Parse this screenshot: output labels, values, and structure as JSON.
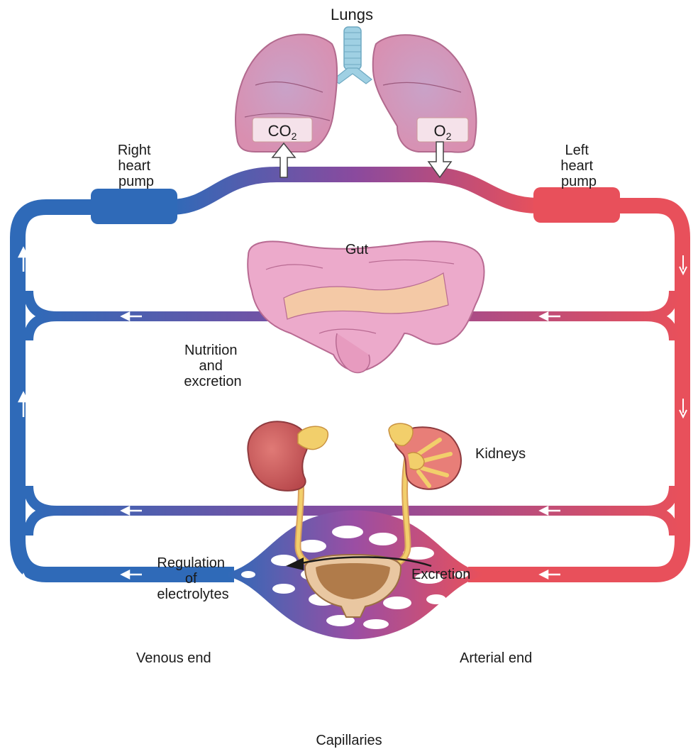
{
  "labels": {
    "lungs": "Lungs",
    "co2_main": "CO",
    "co2_sub": "2",
    "o2_main": "O",
    "o2_sub": "2",
    "right_pump": [
      "Right",
      "heart",
      "pump"
    ],
    "left_pump": [
      "Left",
      "heart",
      "pump"
    ],
    "gut": "Gut",
    "nutrition": [
      "Nutrition",
      "and",
      "excretion"
    ],
    "kidneys": "Kidneys",
    "regulation": [
      "Regulation",
      "of",
      "electrolytes"
    ],
    "excretion": "Excretion",
    "venous_end": "Venous end",
    "arterial_end": "Arterial end",
    "capillaries": "Capillaries"
  },
  "colors": {
    "venous": "#2f6ab8",
    "arterial": "#e8505b",
    "mix": "#8a4a9e",
    "organ_pink": "#e9a3c0",
    "kidney": "#c95a5a",
    "ureter": "#f2cf6b"
  }
}
